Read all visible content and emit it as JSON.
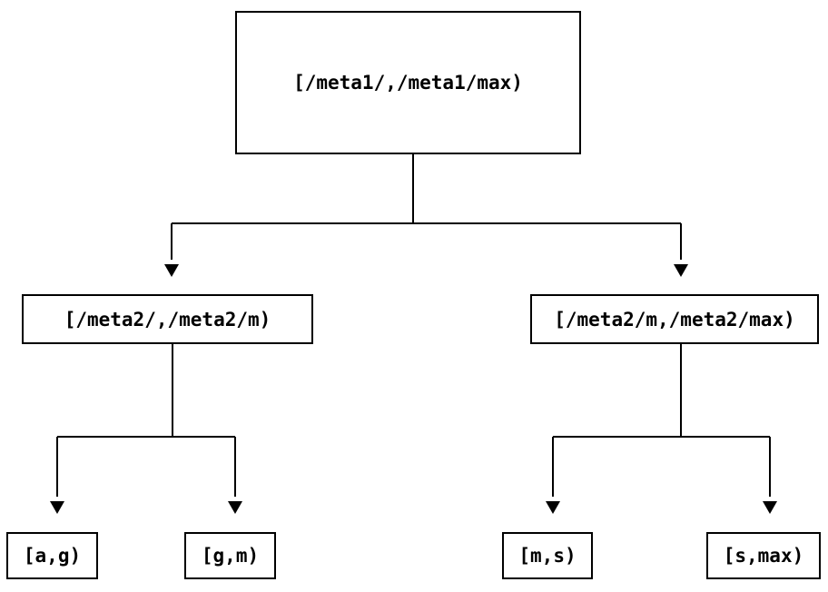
{
  "diagram": {
    "type": "tree",
    "colors": {
      "background": "#ffffff",
      "line": "#000000",
      "text": "#000000"
    },
    "nodes": {
      "root": {
        "label": "[/meta1/,/meta1/max)"
      },
      "left_child": {
        "label": "[/meta2/,/meta2/m)"
      },
      "right_child": {
        "label": "[/meta2/m,/meta2/max)"
      },
      "leaf_ag": {
        "label": "[a,g)"
      },
      "leaf_gm": {
        "label": "[g,m)"
      },
      "leaf_ms": {
        "label": "[m,s)"
      },
      "leaf_smax": {
        "label": "[s,max)"
      }
    },
    "edges": [
      {
        "from": "root",
        "to": "left_child"
      },
      {
        "from": "root",
        "to": "right_child"
      },
      {
        "from": "left_child",
        "to": "leaf_ag"
      },
      {
        "from": "left_child",
        "to": "leaf_gm"
      },
      {
        "from": "right_child",
        "to": "leaf_ms"
      },
      {
        "from": "right_child",
        "to": "leaf_smax"
      }
    ]
  }
}
